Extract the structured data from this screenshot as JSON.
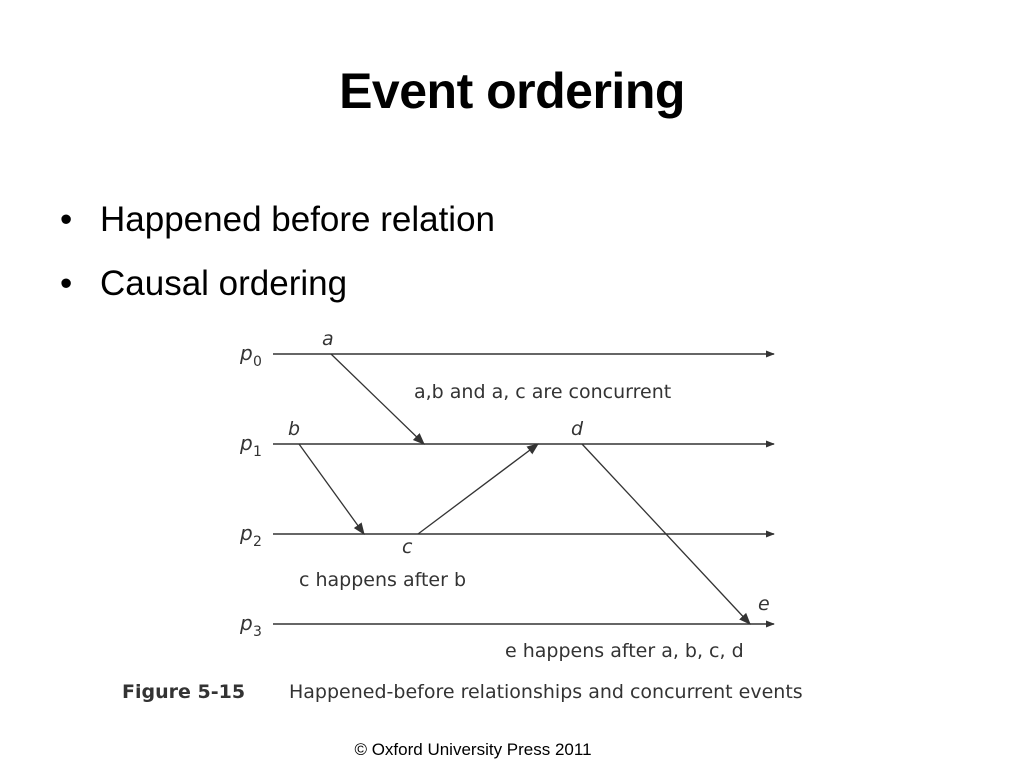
{
  "slide": {
    "title": "Event ordering",
    "bullets": [
      "Happened before relation",
      "Causal ordering"
    ],
    "footer": "© Oxford University Press 2011"
  },
  "figure": {
    "processes": [
      {
        "name": "p",
        "sub": "0"
      },
      {
        "name": "p",
        "sub": "1"
      },
      {
        "name": "p",
        "sub": "2"
      },
      {
        "name": "p",
        "sub": "3"
      }
    ],
    "events": {
      "a": "a",
      "b": "b",
      "c": "c",
      "d": "d",
      "e": "e"
    },
    "notes": {
      "concurrent": "a,b and a, c are concurrent",
      "c_after_b": "c happens after b",
      "e_after": "e happens after a, b, c, d"
    },
    "caption": {
      "label": "Figure 5-15",
      "text": "Happened-before relationships and concurrent events"
    },
    "colors": {
      "ink": "#333333"
    }
  }
}
